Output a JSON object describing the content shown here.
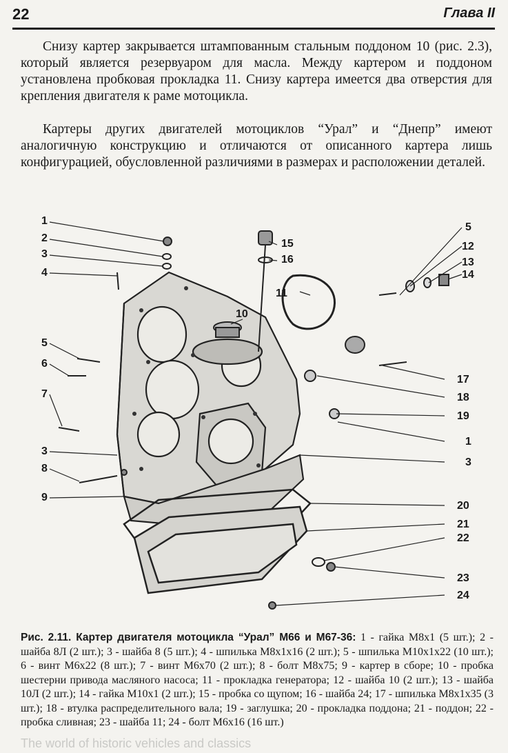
{
  "header": {
    "page_number": "22",
    "chapter": "Глава II"
  },
  "paragraphs": [
    "Снизу картер закрывается штампованным стальным поддоном 10 (рис. 2.3), который является резервуаром для масла. Между картером и поддоном установлена пробковая прокладка 11. Снизу картера имеется два отверстия для крепления двигателя к раме мотоцикла.",
    "Картеры других двигателей мотоциклов “Урал” и “Днепр” имеют аналогичную конструкцию и отличаются от описанного картера лишь конфигурацией, обусловленной различиями в размерах и расположении деталей."
  ],
  "figure": {
    "callouts_left": [
      "1",
      "2",
      "3",
      "4",
      "5",
      "6",
      "7",
      "3",
      "8",
      "9"
    ],
    "callouts_right": [
      "15",
      "16",
      "10",
      "11",
      "5",
      "12",
      "13",
      "14",
      "17",
      "18",
      "19",
      "1",
      "3",
      "20",
      "21",
      "22",
      "23",
      "24"
    ]
  },
  "caption": {
    "title": "Рис. 2.11. Картер двигателя мотоцикла “Урал” М66 и М67-36:",
    "text": " 1 - гайка М8х1 (5 шт.); 2 - шайба 8Л (2 шт.); 3 - шайба 8 (5 шт.); 4 - шпилька М8х1х16 (2 шт.); 5 - шпилька М10х1х22 (10 шт.); 6 - винт М6х22 (8 шт.); 7 - винт М6х70 (2 шт.); 8 - болт М8х75; 9 - картер в сборе; 10 - пробка шестерни привода масляного насоса; 11 - прокладка генератора; 12 - шайба 10 (2 шт.); 13 - шайба 10Л (2 шт.); 14 - гайка М10х1 (2 шт.); 15 - пробка со щупом; 16 - шайба 24; 17 - шпилька М8х1х35 (3 шт.); 18 - втулка распределительного вала; 19 - заглушка; 20 - прокладка поддона; 21 - поддон; 22 - пробка сливная; 23 - шайба 11; 24 - болт М6х16 (16 шт.)"
  },
  "watermark": "The world of historic vehicles and classics"
}
